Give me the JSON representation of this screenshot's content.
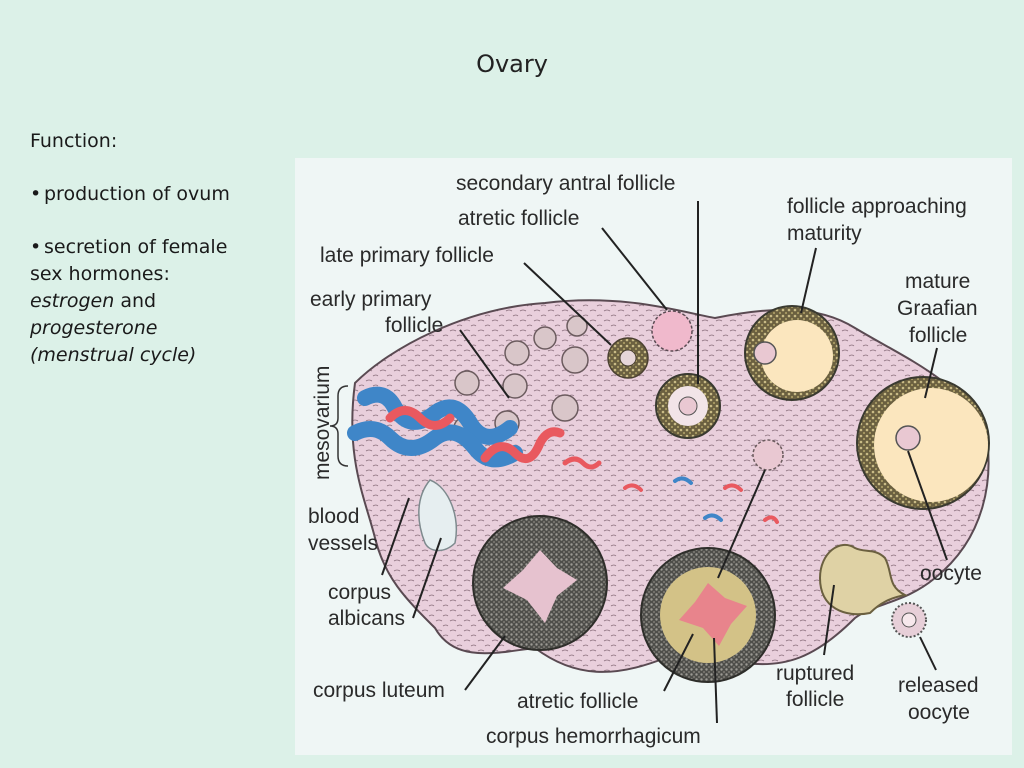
{
  "slide": {
    "title": "Ovary"
  },
  "function_panel": {
    "heading": "Function:",
    "bullet_1": "production of ovum",
    "bullet_2_line1": "secretion of female",
    "bullet_2_line2": "sex hormones:",
    "estrogen": "estrogen",
    "and_word": "and",
    "progesterone": "progesterone",
    "menstrual": "(menstrual cycle)"
  },
  "diagram": {
    "labels": {
      "secondary_antral_follicle": "secondary antral follicle",
      "atretic_follicle_top": "atretic follicle",
      "late_primary_follicle": "late primary follicle",
      "early_primary_1": "early primary",
      "early_primary_2": "follicle",
      "approaching_1": "follicle approaching",
      "approaching_2": "maturity",
      "graafian_1": "mature",
      "graafian_2": "Graafian",
      "graafian_3": "follicle",
      "mesovarium": "mesovarium",
      "blood_1": "blood",
      "blood_2": "vessels",
      "albicans_1": "corpus",
      "albicans_2": "albicans",
      "corpus_luteum": "corpus luteum",
      "atretic_follicle_bottom": "atretic follicle",
      "corpus_hemorrhagicum": "corpus hemorrhagicum",
      "ruptured_1": "ruptured",
      "ruptured_2": "follicle",
      "oocyte": "oocyte",
      "released_1": "released",
      "released_2": "oocyte"
    }
  }
}
